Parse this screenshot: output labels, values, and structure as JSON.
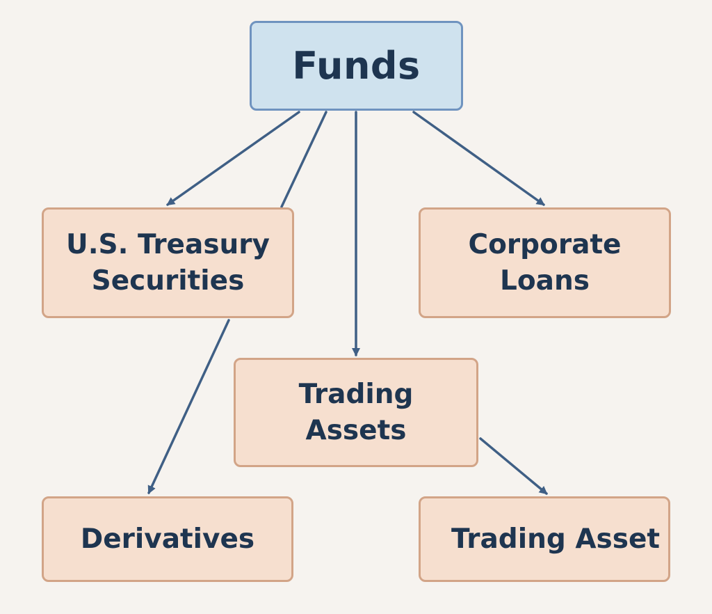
{
  "root": {
    "label": "Funds"
  },
  "nodes": {
    "treasury": {
      "line1": "U.S. Treasury",
      "line2": "Securities"
    },
    "loans": {
      "line1": "Corporate",
      "line2": "Loans"
    },
    "trading": {
      "line1": "Trading",
      "line2": "Assets"
    },
    "derivatives": {
      "label": "Derivatives"
    },
    "trading_asset": {
      "label": "Trading Asset"
    }
  },
  "colors": {
    "background": "#f6f3ef",
    "root_fill": "#cfe2ee",
    "root_border": "#6f93bf",
    "node_fill": "#f6dfcf",
    "node_border": "#d2a487",
    "text": "#1e3550",
    "connector": "#3f5f85"
  }
}
